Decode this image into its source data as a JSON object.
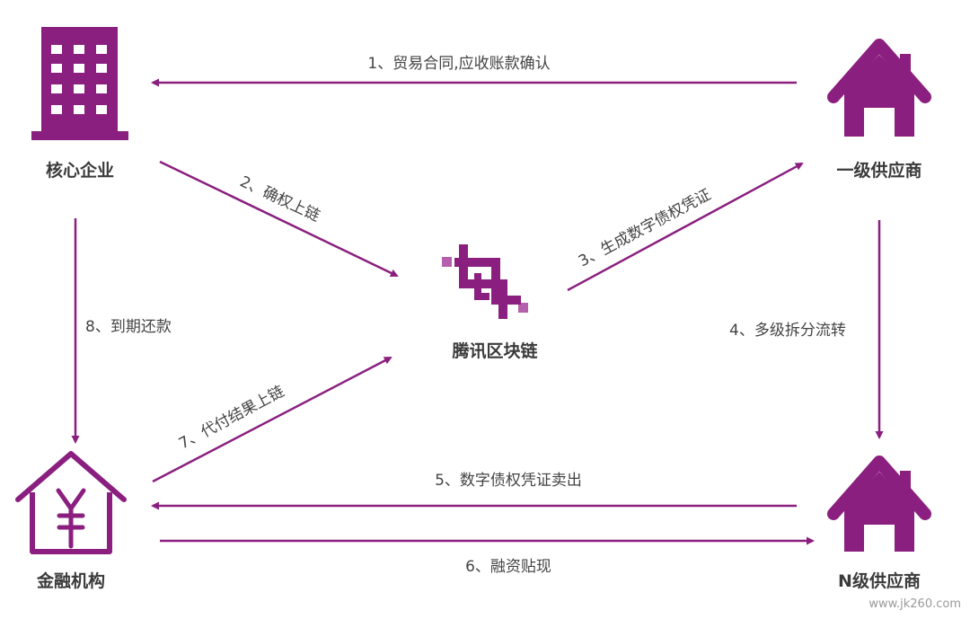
{
  "colors": {
    "accent": "#8a1f7f",
    "text": "#3a3a3a",
    "light_accent": "#b65fad"
  },
  "nodes": {
    "core": {
      "label": "核心企业",
      "icon": "office-building-icon"
    },
    "tier1": {
      "label": "一级供应商",
      "icon": "house-icon"
    },
    "blockchain": {
      "label": "腾讯区块链",
      "icon": "tencent-blockchain-logo-icon"
    },
    "finance": {
      "label": "金融机构",
      "icon": "yen-house-icon"
    },
    "tierN": {
      "label": "N级供应商",
      "icon": "house-icon"
    }
  },
  "edges": {
    "e1": "1、贸易合同,应收账款确认",
    "e2": "2、确权上链",
    "e3": "3、生成数字债权凭证",
    "e4": "4、多级拆分流转",
    "e5": "5、数字债权凭证卖出",
    "e6": "6、融资贴现",
    "e7": "7、代付结果上链",
    "e8": "8、到期还款"
  },
  "watermark": "www.jk260.com"
}
